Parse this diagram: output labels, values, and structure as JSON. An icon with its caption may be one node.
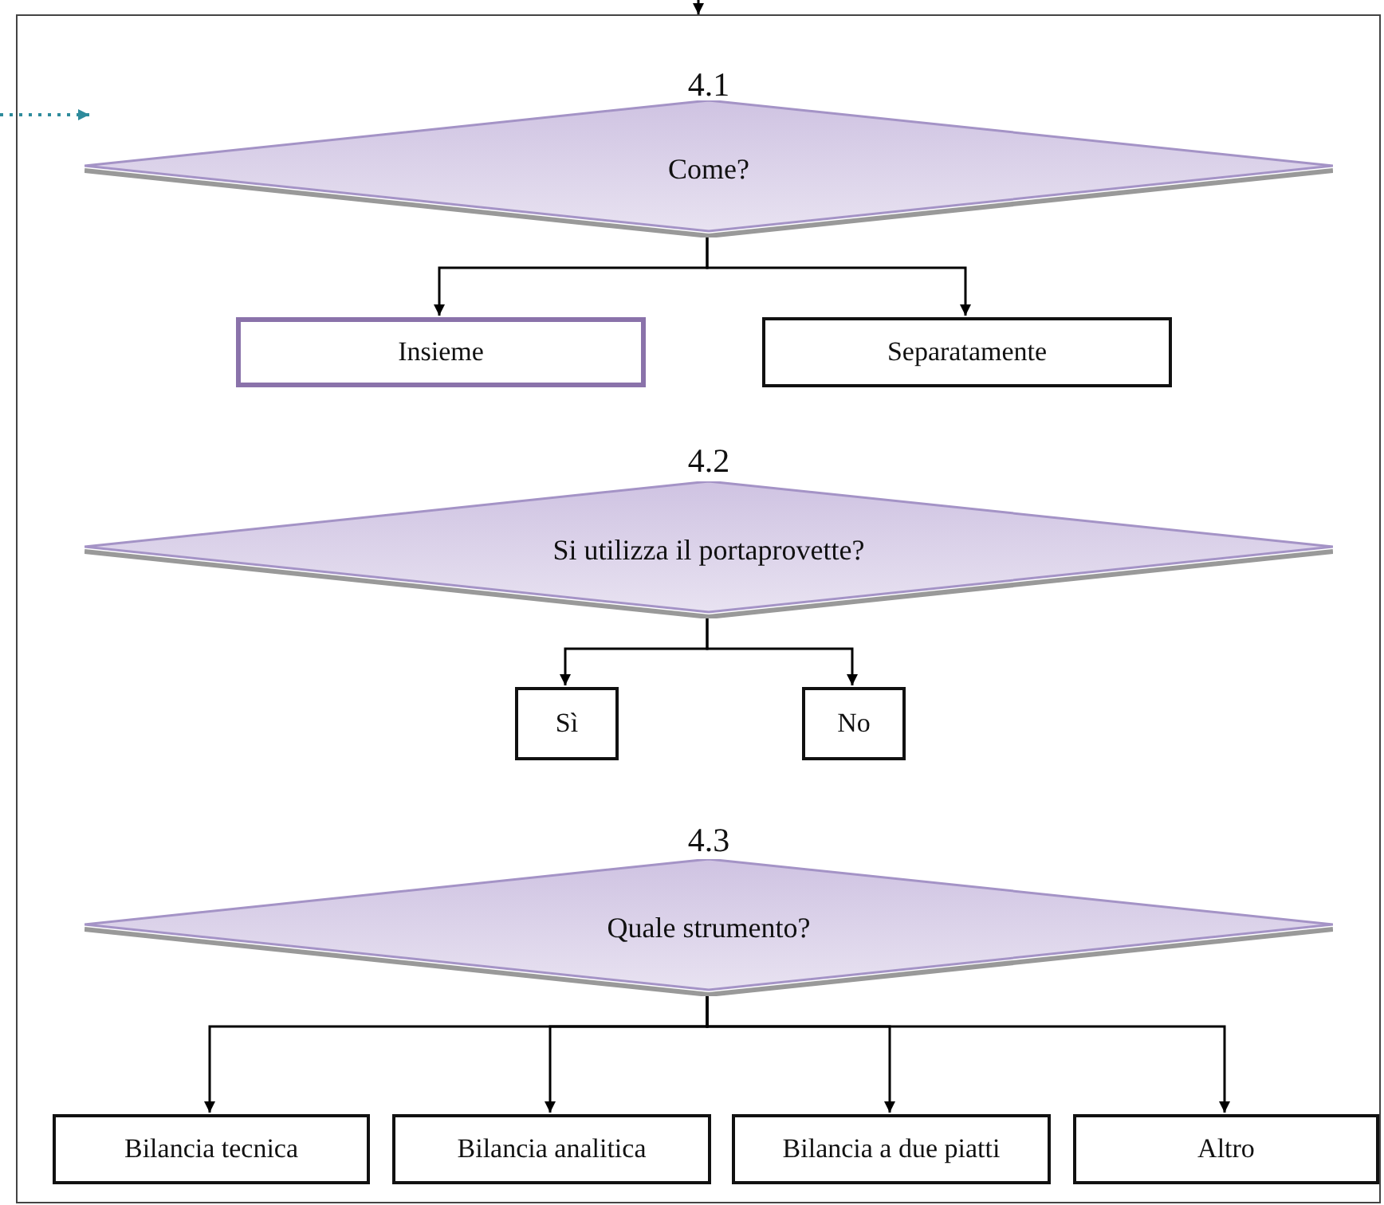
{
  "diagram": {
    "nodes": [
      {
        "text": [],
        "shape": "box"
      },
      {
        "text": [
          "4.1",
          "Come?"
        ],
        "in": 0
      },
      {
        "text": [
          "Insieme"
        ],
        "in": 0
      },
      {
        "text": [
          "Separatamente"
        ],
        "in": 0
      },
      {
        "text": [
          "4.2",
          "Si utilizza il portaprovette?"
        ],
        "in": 0
      },
      {
        "text": [
          "Sì"
        ],
        "in": 0
      },
      {
        "text": [
          "No"
        ],
        "in": 0
      },
      {
        "text": [
          "4.3",
          "Quale strumento?"
        ],
        "in": 0
      },
      {
        "text": [
          "Bilancia tecnica"
        ],
        "in": 0
      },
      {
        "text": [
          "Bilancia analitica"
        ],
        "in": 0
      },
      {
        "text": [
          "Bilancia a due piatti"
        ],
        "in": 0
      },
      {
        "text": [
          "Altro"
        ],
        "in": 0
      }
    ],
    "edges": [
      {
        "from": null,
        "to": 0,
        "arrow": "to"
      },
      {
        "from": null,
        "to": 1,
        "arrow": "to",
        "style": "dashed",
        "color": "#2e8b9c"
      },
      {
        "from": 1,
        "to": 2,
        "arrow": "to"
      },
      {
        "from": 1,
        "to": 3,
        "arrow": "to"
      },
      {
        "from": 4,
        "to": 5,
        "arrow": "to"
      },
      {
        "from": 4,
        "to": 6,
        "arrow": "to"
      },
      {
        "from": 7,
        "to": 8,
        "arrow": "to"
      },
      {
        "from": 7,
        "to": 9,
        "arrow": "to"
      },
      {
        "from": 7,
        "to": 10,
        "arrow": "to"
      },
      {
        "from": 7,
        "to": 11,
        "arrow": "to"
      }
    ]
  }
}
